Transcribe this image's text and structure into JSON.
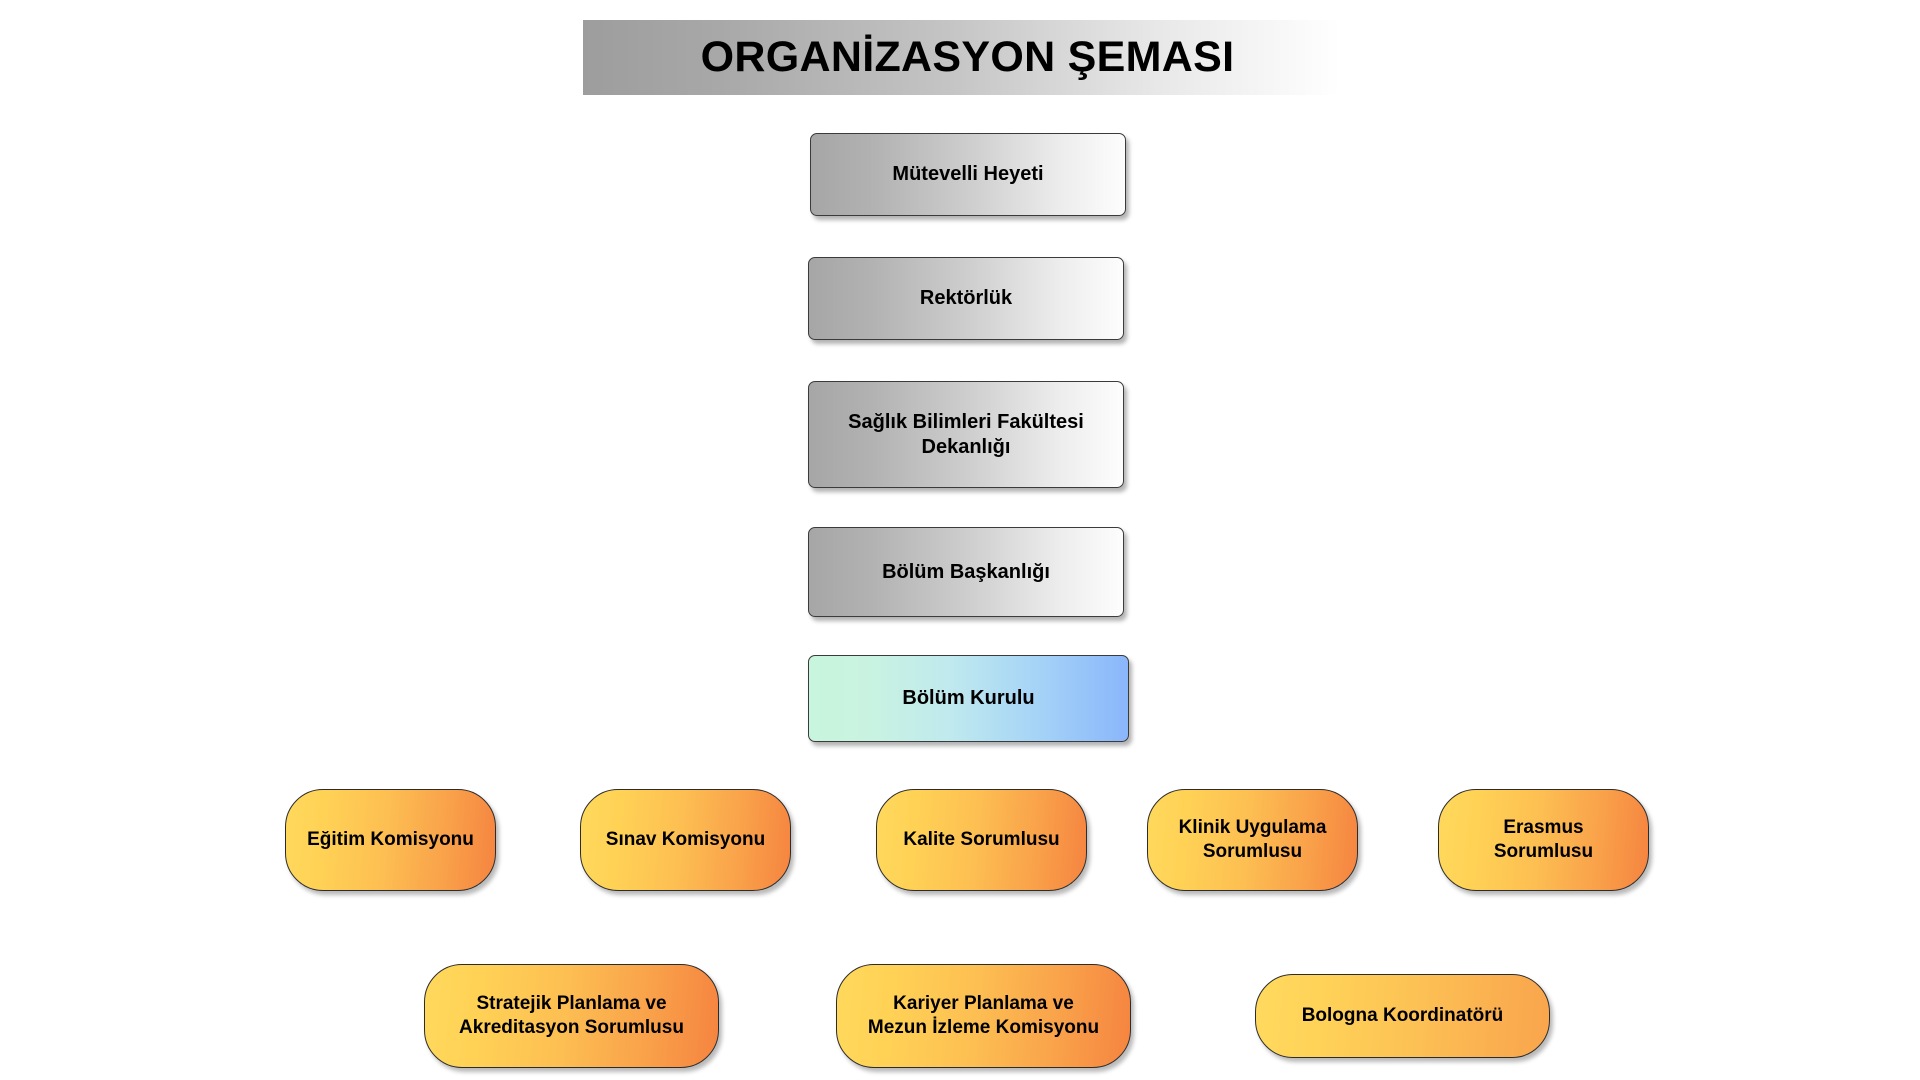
{
  "title": {
    "text": "ORGANİZASYON ŞEMASI"
  },
  "colors": {
    "grey_gradient_start": "#a6a6a6",
    "grey_gradient_end": "#fdfdfd",
    "teal_gradient_start": "#c8f5dd",
    "teal_gradient_end": "#8ab6fb",
    "orange_gradient_start": "#ffd95c",
    "orange_gradient_end": "#f58440",
    "text_color": "#000000",
    "border_color": "#2c2c2c"
  },
  "hierarchy": {
    "level_1": {
      "label": "Mütevelli Heyeti"
    },
    "level_2": {
      "label": "Rektörlük"
    },
    "level_3": {
      "label": "Sağlık Bilimleri Fakültesi Dekanlığı",
      "line1": "Sağlık Bilimleri Fakültesi",
      "line2": "Dekanlığı"
    },
    "level_4": {
      "label": "Bölüm Başkanlığı"
    },
    "level_5": {
      "label": "Bölüm Kurulu"
    }
  },
  "committees_row_1": [
    {
      "label": "Eğitim Komisyonu",
      "line1": "Eğitim Komisyonu",
      "line2": ""
    },
    {
      "label": "Sınav Komisyonu",
      "line1": "Sınav Komisyonu",
      "line2": ""
    },
    {
      "label": "Kalite Sorumlusu",
      "line1": "Kalite Sorumlusu",
      "line2": ""
    },
    {
      "label": "Klinik Uygulama Sorumlusu",
      "line1": "Klinik Uygulama",
      "line2": "Sorumlusu"
    },
    {
      "label": "Erasmus Sorumlusu",
      "line1": "Erasmus",
      "line2": "Sorumlusu"
    }
  ],
  "committees_row_2": [
    {
      "label": "Stratejik Planlama ve Akreditasyon Sorumlusu",
      "line1": "Stratejik Planlama ve",
      "line2": "Akreditasyon Sorumlusu"
    },
    {
      "label": "Kariyer Planlama ve Mezun İzleme Komisyonu",
      "line1": "Kariyer Planlama ve",
      "line2": "Mezun İzleme Komisyonu"
    },
    {
      "label": "Bologna Koordinatörü",
      "line1": "Bologna Koordinatörü",
      "line2": ""
    }
  ]
}
